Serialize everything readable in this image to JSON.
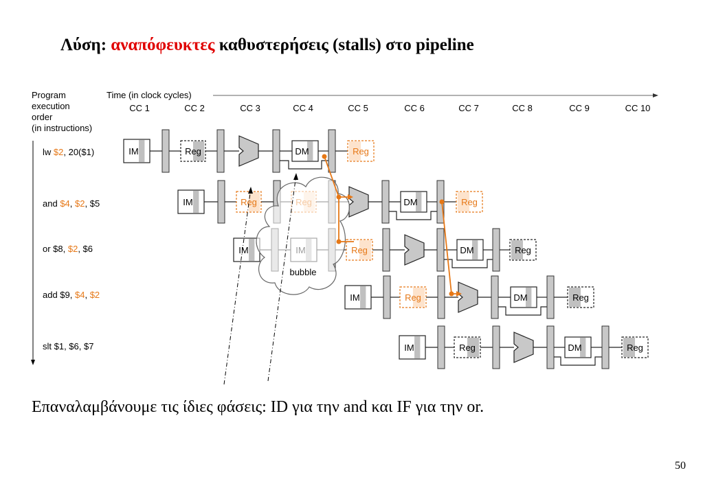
{
  "slide": {
    "title_prefix": "Λύση:",
    "title_highlight": "αναπόφευκτες",
    "title_suffix": "καθυστερήσεις (stalls) στο pipeline",
    "caption": "Επαναλαμβάνουμε τις ίδιες φάσεις: ID για την and και IF για την or.",
    "page_number": "50"
  },
  "diagram": {
    "order_label": [
      "Program",
      "execution",
      "order",
      "(in instructions)"
    ],
    "time_label": "Time (in clock cycles)",
    "clock_cycles": [
      "CC 1",
      "CC 2",
      "CC 3",
      "CC 4",
      "CC 5",
      "CC 6",
      "CC 7",
      "CC 8",
      "CC 9",
      "CC 10"
    ],
    "units": {
      "im": "IM",
      "reg": "Reg",
      "dm": "DM"
    },
    "bubble_label": "bubble",
    "highlight_color": "#e67817",
    "instructions": [
      {
        "parts": [
          {
            "t": "lw "
          },
          {
            "t": "$2",
            "hl": true
          },
          {
            "t": ", 20($1)"
          }
        ]
      },
      {
        "parts": [
          {
            "t": "and "
          },
          {
            "t": "$4",
            "hl": true
          },
          {
            "t": ", "
          },
          {
            "t": "$2",
            "hl": true
          },
          {
            "t": ", $5"
          }
        ]
      },
      {
        "parts": [
          {
            "t": "or $8, "
          },
          {
            "t": "$2",
            "hl": true
          },
          {
            "t": ", $6"
          }
        ]
      },
      {
        "parts": [
          {
            "t": "add $9, "
          },
          {
            "t": "$4",
            "hl": true
          },
          {
            "t": ", "
          },
          {
            "t": "$2",
            "hl": true
          }
        ]
      },
      {
        "parts": [
          {
            "t": "slt $1, $6, $7"
          }
        ]
      }
    ]
  }
}
